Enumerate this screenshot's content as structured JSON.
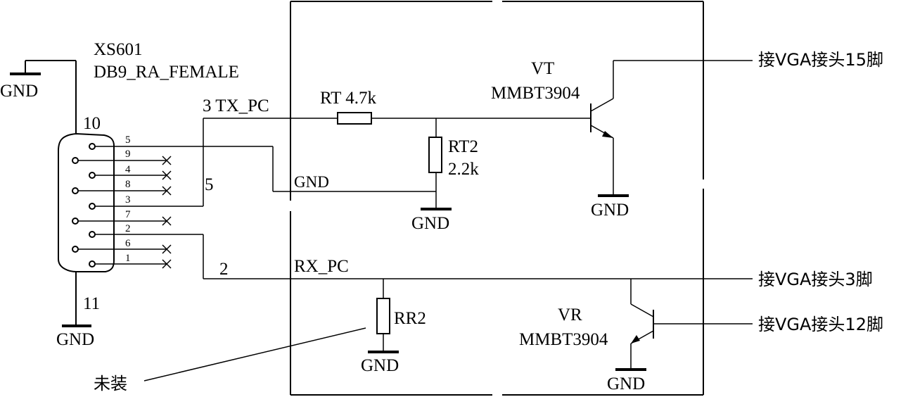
{
  "connector": {
    "ref": "XS601",
    "part": "DB9_RA_FEMALE",
    "mount_pin_top": "10",
    "mount_pin_bottom": "11",
    "pin_labels": [
      "5",
      "9",
      "4",
      "8",
      "3",
      "7",
      "2",
      "6",
      "1"
    ]
  },
  "nets": {
    "tx_label": "3  TX_PC",
    "tx_pin_mark": "5",
    "gnd_net": "GND",
    "rx_label": "RX_PC",
    "rx_pin_mark": "2"
  },
  "resistors": {
    "rt_label": "RT  4.7k",
    "rt2_ref": "RT2",
    "rt2_value": "2.2k",
    "rr2_ref": "RR2"
  },
  "transistors": {
    "vt_ref": "VT",
    "vt_part": "MMBT3904",
    "vr_ref": "VR",
    "vr_part": "MMBT3904"
  },
  "ground_label": "GND",
  "external": {
    "vga15": "接VGA接头15脚",
    "vga3": "接VGA接头3脚",
    "vga12": "接VGA接头12脚",
    "not_fitted": "未装"
  }
}
